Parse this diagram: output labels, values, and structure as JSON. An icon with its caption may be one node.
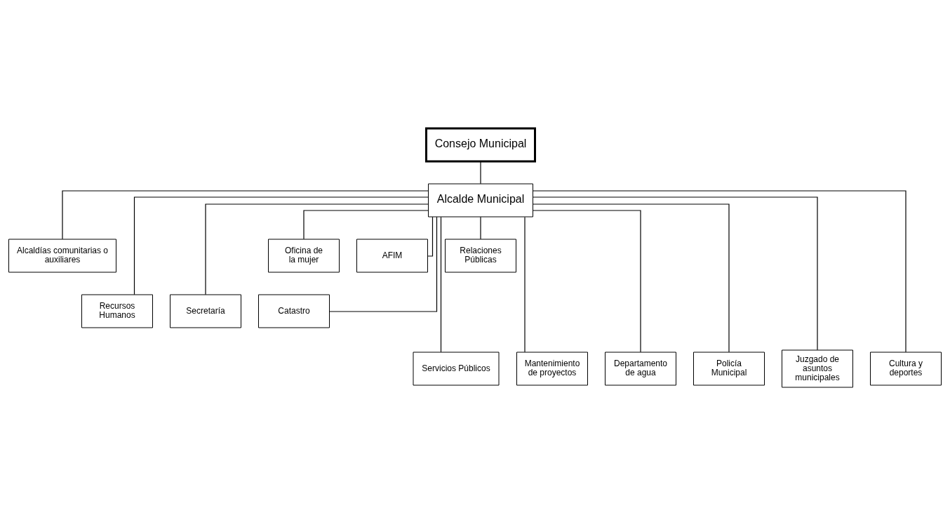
{
  "diagram": {
    "nodes": [
      {
        "text": [
          "Consejo Municipal"
        ]
      },
      {
        "text": [
          "Alcalde Municipal"
        ]
      },
      {
        "text": [
          "Alcaldías comunitarias o auxiliares"
        ]
      },
      {
        "text": [
          "Recursos Humanos"
        ]
      },
      {
        "text": [
          "Secretaría"
        ]
      },
      {
        "text": [
          "Catastro"
        ]
      },
      {
        "text": [
          "Oficina de la mujer"
        ]
      },
      {
        "text": [
          "AFIM"
        ]
      },
      {
        "text": [
          "Relaciones Públicas"
        ]
      },
      {
        "text": [
          "Servicios Públicos"
        ]
      },
      {
        "text": [
          "Mantenimiento de proyectos"
        ]
      },
      {
        "text": [
          "Departamento de agua"
        ]
      },
      {
        "text": [
          "Policía Municipal"
        ]
      },
      {
        "text": [
          "Juzgado de asuntos municipales"
        ]
      },
      {
        "text": [
          "Cultura y deportes"
        ]
      }
    ],
    "edges": [
      {
        "from": 0,
        "to": 1,
        "arrow": "none"
      },
      {
        "from": 1,
        "to": 2,
        "arrow": "none"
      },
      {
        "from": 1,
        "to": 3,
        "arrow": "none"
      },
      {
        "from": 1,
        "to": 4,
        "arrow": "none"
      },
      {
        "from": 1,
        "to": 5,
        "arrow": "none"
      },
      {
        "from": 1,
        "to": 6,
        "arrow": "none"
      },
      {
        "from": 1,
        "to": 7,
        "arrow": "none"
      },
      {
        "from": 1,
        "to": 8,
        "arrow": "none"
      },
      {
        "from": 1,
        "to": 9,
        "arrow": "none"
      },
      {
        "from": 1,
        "to": 10,
        "arrow": "none"
      },
      {
        "from": 1,
        "to": 11,
        "arrow": "none"
      },
      {
        "from": 1,
        "to": 12,
        "arrow": "none"
      },
      {
        "from": 1,
        "to": 13,
        "arrow": "none"
      },
      {
        "from": 1,
        "to": 14,
        "arrow": "none"
      }
    ]
  }
}
